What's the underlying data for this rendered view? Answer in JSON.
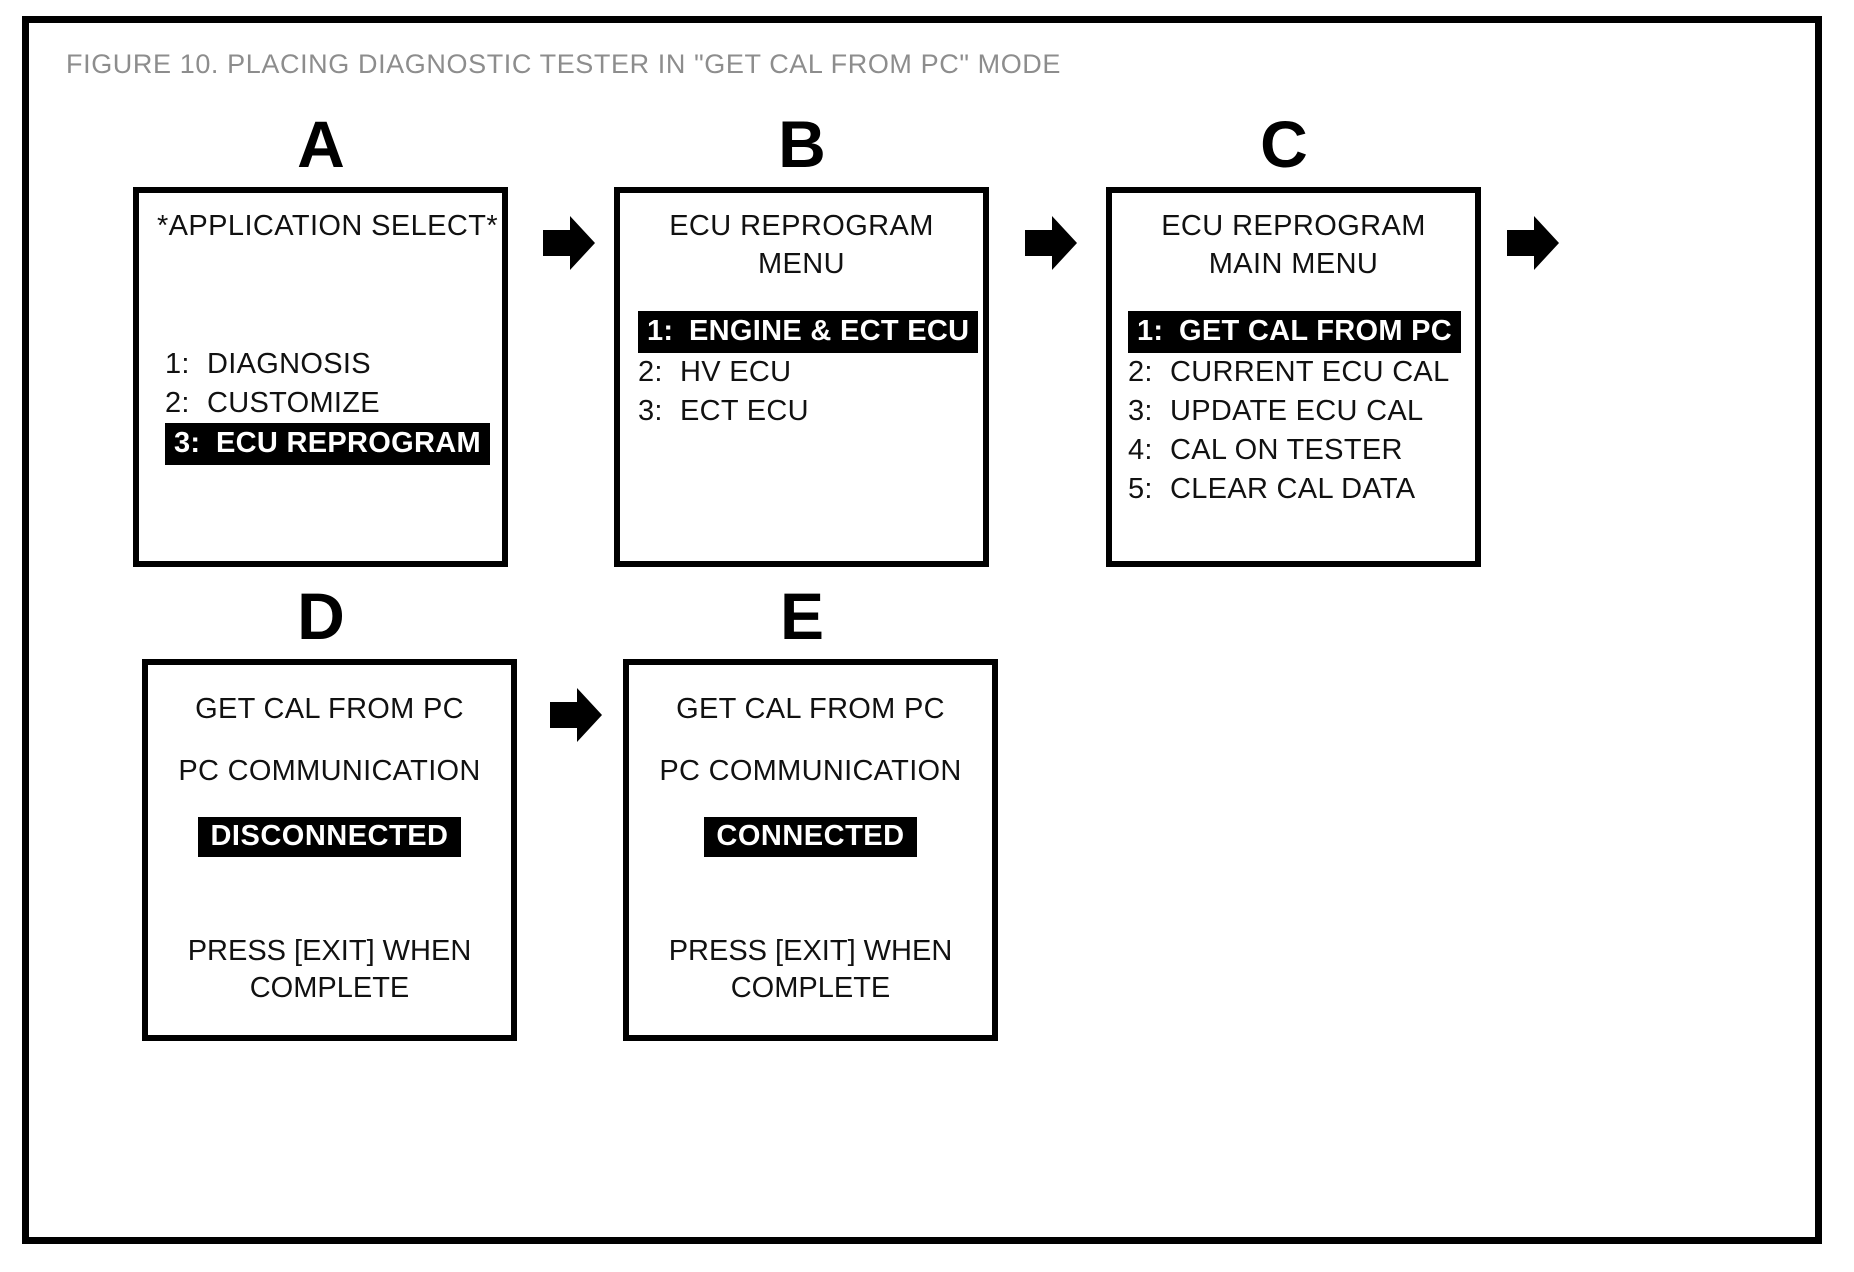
{
  "figure": {
    "title": "FIGURE 10.  PLACING DIAGNOSTIC TESTER IN \"GET CAL FROM PC\" MODE",
    "title_color": "#8d8d8d",
    "border_color": "#000000",
    "background": "#ffffff"
  },
  "letters": {
    "a": "A",
    "b": "B",
    "c": "C",
    "d": "D",
    "e": "E"
  },
  "panels": {
    "a": {
      "letter": "A",
      "title": "*APPLICATION SELECT*",
      "items": [
        {
          "num": "1:",
          "label": "DIAGNOSIS",
          "selected": false
        },
        {
          "num": "2:",
          "label": "CUSTOMIZE",
          "selected": false
        },
        {
          "num": "3:",
          "label": "ECU REPROGRAM",
          "selected": true
        }
      ]
    },
    "b": {
      "letter": "B",
      "title": "ECU REPROGRAM\nMENU",
      "items": [
        {
          "num": "1:",
          "label": "ENGINE & ECT ECU",
          "selected": true
        },
        {
          "num": "2:",
          "label": "HV ECU",
          "selected": false
        },
        {
          "num": "3:",
          "label": "ECT ECU",
          "selected": false
        }
      ]
    },
    "c": {
      "letter": "C",
      "title": "ECU REPROGRAM\nMAIN MENU",
      "items": [
        {
          "num": "1:",
          "label": "GET CAL FROM PC",
          "selected": true
        },
        {
          "num": "2:",
          "label": "CURRENT ECU CAL",
          "selected": false
        },
        {
          "num": "3:",
          "label": "UPDATE ECU CAL",
          "selected": false
        },
        {
          "num": "4:",
          "label": "CAL ON TESTER",
          "selected": false
        },
        {
          "num": "5:",
          "label": "CLEAR CAL DATA",
          "selected": false
        }
      ]
    },
    "d": {
      "letter": "D",
      "line1": "GET CAL FROM PC",
      "line2": "PC COMMUNICATION",
      "status": "DISCONNECTED",
      "footer": "PRESS [EXIT] WHEN\nCOMPLETE"
    },
    "e": {
      "letter": "E",
      "line1": "GET CAL FROM PC",
      "line2": "PC COMMUNICATION",
      "status": "CONNECTED",
      "footer": "PRESS [EXIT] WHEN\nCOMPLETE"
    }
  },
  "arrows": {
    "a_to_b": "right-arrow-icon",
    "b_to_c": "right-arrow-icon",
    "c_to_next": "right-arrow-icon",
    "d_to_e": "right-arrow-icon"
  }
}
